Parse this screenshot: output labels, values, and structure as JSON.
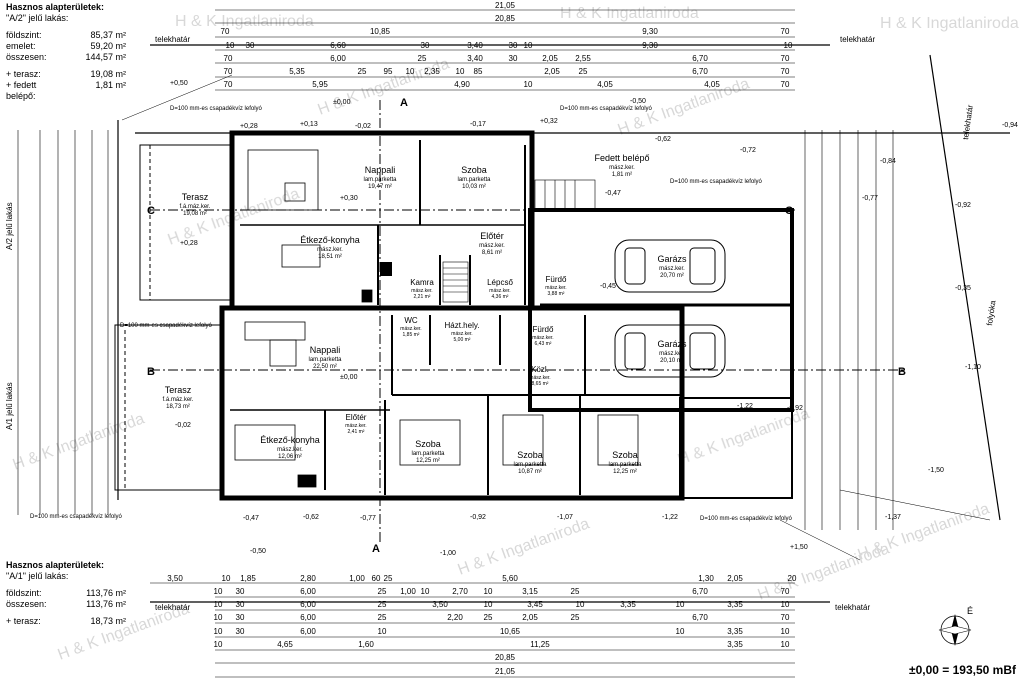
{
  "watermark": "H & K Ingatlaniroda",
  "top_info": {
    "title": "Hasznos alapterületek:",
    "unit": "\"A/2\" jelű lakás:",
    "rows": [
      {
        "label": "földszint:",
        "value": "85,37 m²"
      },
      {
        "label": "emelet:",
        "value": "59,20 m²"
      },
      {
        "label": "összesen:",
        "value": "144,57 m²"
      }
    ],
    "extras": [
      {
        "label": "+ terasz:",
        "value": "19,08 m²"
      },
      {
        "label": "+ fedett belépő:",
        "value": "1,81 m²"
      }
    ]
  },
  "bottom_info": {
    "title": "Hasznos alapterületek:",
    "unit": "\"A/1\" jelű lakás:",
    "rows": [
      {
        "label": "földszint:",
        "value": "113,76 m²"
      },
      {
        "label": "összesen:",
        "value": "113,76 m²"
      }
    ],
    "extras": [
      {
        "label": "+ terasz:",
        "value": "18,73 m²"
      }
    ]
  },
  "boundary_label": "telekhatár",
  "gate_label": "folyóka",
  "elevation_note": "±0,00 = 193,50 mBf",
  "units_left": {
    "upper": "A/2 jelű lakás",
    "lower": "A/1 jelű lakás"
  },
  "rooms": [
    {
      "id": "nappali-a2",
      "name": "Nappali",
      "finish": "lam.parketta",
      "area": "19,47 m²"
    },
    {
      "id": "szoba-a2",
      "name": "Szoba",
      "finish": "lam.parketta",
      "area": "10,03 m²"
    },
    {
      "id": "etkezo-a2",
      "name": "Étkező-konyha",
      "finish": "mász.ker.",
      "area": "18,51 m²"
    },
    {
      "id": "eloter-a2",
      "name": "Előtér",
      "finish": "mász.ker.",
      "area": "8,61 m²"
    },
    {
      "id": "kamra-a2",
      "name": "Kamra",
      "finish": "mász.ker.",
      "area": "2,21 m²"
    },
    {
      "id": "lepcso-a2",
      "name": "Lépcső",
      "finish": "mász.ker.",
      "area": "4,36 m²"
    },
    {
      "id": "furdo-a2",
      "name": "Fürdő",
      "finish": "mász.ker.",
      "area": "3,88 m²"
    },
    {
      "id": "fedett",
      "name": "Fedett belépő",
      "finish": "mász.ker.",
      "area": "1,81 m²"
    },
    {
      "id": "garazs-a2",
      "name": "Garázs",
      "finish": "mász.ker.",
      "area": "20,70 m²"
    },
    {
      "id": "terasz-a2",
      "name": "Terasz",
      "finish": "f.á.máz.ker.",
      "area": "19,08 m²"
    },
    {
      "id": "terasz-a1",
      "name": "Terasz",
      "finish": "f.á.máz.ker.",
      "area": "18,73 m²"
    },
    {
      "id": "nappali-a1",
      "name": "Nappali",
      "finish": "lam.parketta",
      "area": "22,50 m²"
    },
    {
      "id": "wc-a1",
      "name": "WC",
      "finish": "mász.ker.",
      "area": "1,85 m²"
    },
    {
      "id": "haztart-a1",
      "name": "Házt.hely.",
      "finish": "mász.ker.",
      "area": "5,00 m²"
    },
    {
      "id": "furdo-a1",
      "name": "Fürdő",
      "finish": "mász.ker.",
      "area": "6,43 m²"
    },
    {
      "id": "garazs-a1",
      "name": "Garázs",
      "finish": "mász.ker.",
      "area": "20,10 m²"
    },
    {
      "id": "kozl-a1",
      "name": "Közl.",
      "finish": "mász.ker.",
      "area": "8,65 m²"
    },
    {
      "id": "eloter-a1",
      "name": "Előtér",
      "finish": "mász.ker.",
      "area": "2,41 m²"
    },
    {
      "id": "etkezo-a1",
      "name": "Étkező-konyha",
      "finish": "mász.ker.",
      "area": "12,06 m²"
    },
    {
      "id": "szoba1-a1",
      "name": "Szoba",
      "finish": "lam.parketta",
      "area": "12,25 m²"
    },
    {
      "id": "szoba2-a1",
      "name": "Szoba",
      "finish": "lam.parketta",
      "area": "10,87 m²"
    },
    {
      "id": "szoba3-a1",
      "name": "Szoba",
      "finish": "lam.parketta",
      "area": "12,25 m²"
    }
  ],
  "gutter_note": "D=100 mm-es csapadékvíz lefolyó",
  "section_marks": [
    "A",
    "A",
    "B",
    "B",
    "C",
    "C"
  ],
  "top_dims": {
    "total": "21,05",
    "inner": "20,85",
    "row1": [
      "70",
      "10,85",
      "9,30",
      "70"
    ],
    "row2": [
      "10",
      "30",
      "6,60",
      "30",
      "3,40",
      "30",
      "10",
      "9,30",
      "10"
    ],
    "row3": [
      "70",
      "6,00",
      "25",
      "3,40",
      "30",
      "2,05",
      "2,55",
      "6,70",
      "70"
    ],
    "row4": [
      "70",
      "5,35",
      "25",
      "95",
      "10",
      "2,35",
      "10",
      "85",
      "2,05",
      "25",
      "6,70",
      "70"
    ],
    "row5": [
      "70",
      "5,95",
      "4,90",
      "10",
      "4,05",
      "4,05",
      "70"
    ]
  },
  "bottom_dims": {
    "total": "21,05",
    "inner": "20,85",
    "row0": [
      "3,50",
      "10",
      "1,85",
      "2,80",
      "1,00",
      "60",
      "25",
      "5,60",
      "1,30",
      "2,05",
      "20"
    ],
    "row1": [
      "10",
      "30",
      "6,00",
      "25",
      "1,00",
      "10",
      "2,70",
      "10",
      "3,15",
      "25",
      "6,70",
      "70"
    ],
    "row2": [
      "10",
      "30",
      "6,00",
      "25",
      "3,50",
      "10",
      "3,45",
      "10",
      "3,35",
      "10",
      "3,35",
      "10"
    ],
    "row3": [
      "10",
      "30",
      "6,00",
      "25",
      "2,20",
      "25",
      "2,05",
      "25",
      "6,70",
      "70"
    ],
    "row4": [
      "10",
      "30",
      "6,00",
      "10",
      "10,65",
      "10",
      "3,35",
      "10"
    ],
    "row5": [
      "10",
      "4,65",
      "1,60",
      "11,25",
      "3,35",
      "10"
    ]
  },
  "spot_levels": [
    "+0,50",
    "±0,00",
    "-0,50",
    "+0,28",
    "+0,13",
    "-0,02",
    "-0,17",
    "+0,32",
    "-0,72",
    "-0,84",
    "-0,77",
    "-0,92",
    "-0,94",
    "-0,47",
    "+0,30",
    "+0,28",
    "-0,62",
    "-0,45",
    "-0,35",
    "-1,10",
    "-0,02",
    "-1,22",
    "-0,92",
    "-1,50",
    "-1,37",
    "-0,47",
    "-0,62",
    "-0,77",
    "-0,92",
    "-1,07",
    "-1,22",
    "-0,50",
    "-1,00",
    "+1,50",
    "±0,00"
  ]
}
